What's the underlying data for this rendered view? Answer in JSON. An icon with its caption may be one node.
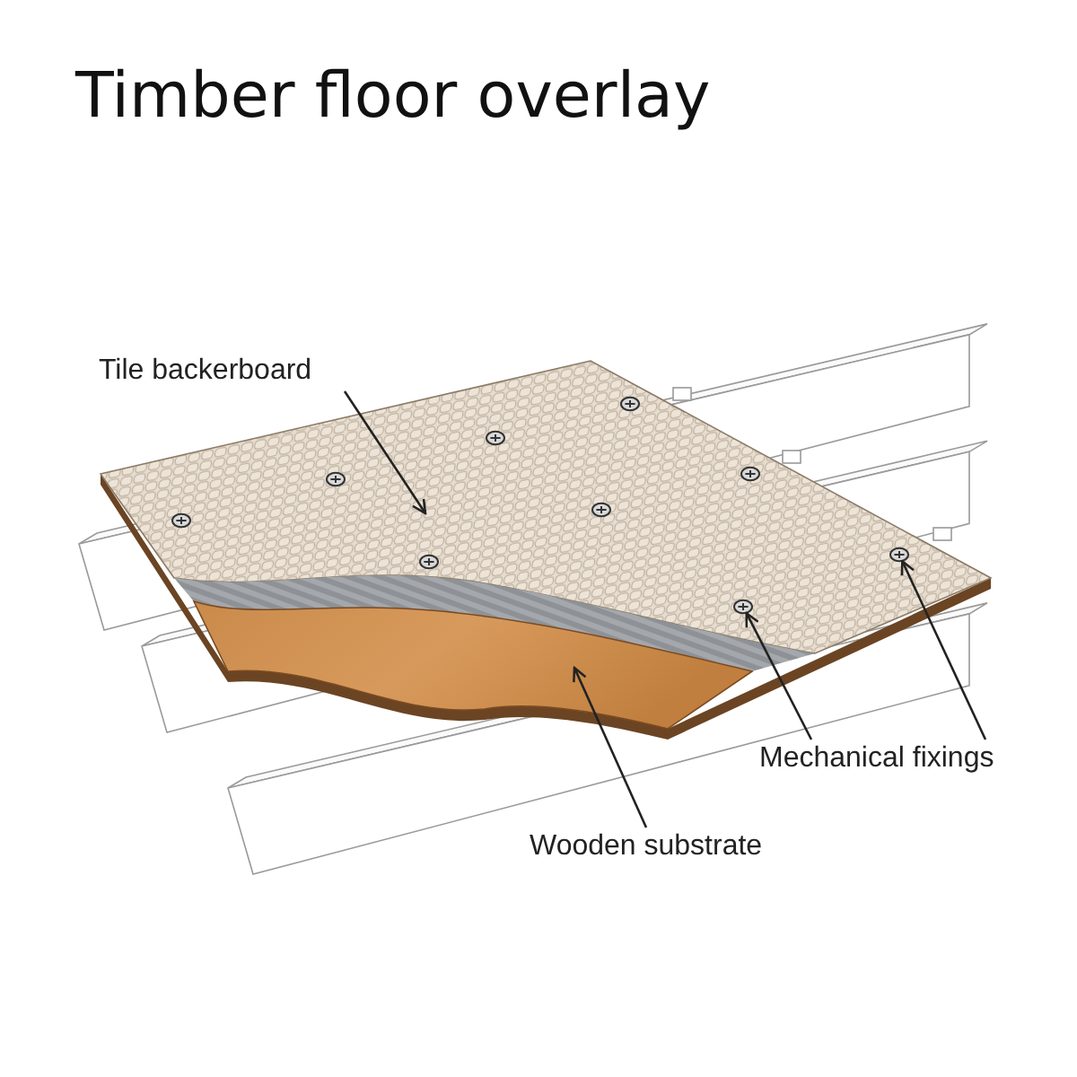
{
  "diagram": {
    "title": "Timber floor overlay",
    "nodes": [
      {
        "text": [
          "Tile backerboard"
        ]
      },
      {
        "text": [],
        "shape": "picture"
      },
      {
        "text": [
          "Mechanical fixings"
        ]
      },
      {
        "text": [],
        "shape": "picture",
        "in": 1
      },
      {
        "text": [],
        "shape": "picture",
        "in": 1
      },
      {
        "text": [
          "Wooden substrate"
        ]
      },
      {
        "text": [],
        "shape": "picture"
      }
    ],
    "edges": [
      {
        "from": 0,
        "to": 1,
        "arrow": "to"
      },
      {
        "from": 2,
        "to": 3,
        "arrow": "to"
      },
      {
        "from": 2,
        "to": 4,
        "arrow": "to"
      },
      {
        "from": 5,
        "to": 6,
        "arrow": "to"
      }
    ]
  }
}
